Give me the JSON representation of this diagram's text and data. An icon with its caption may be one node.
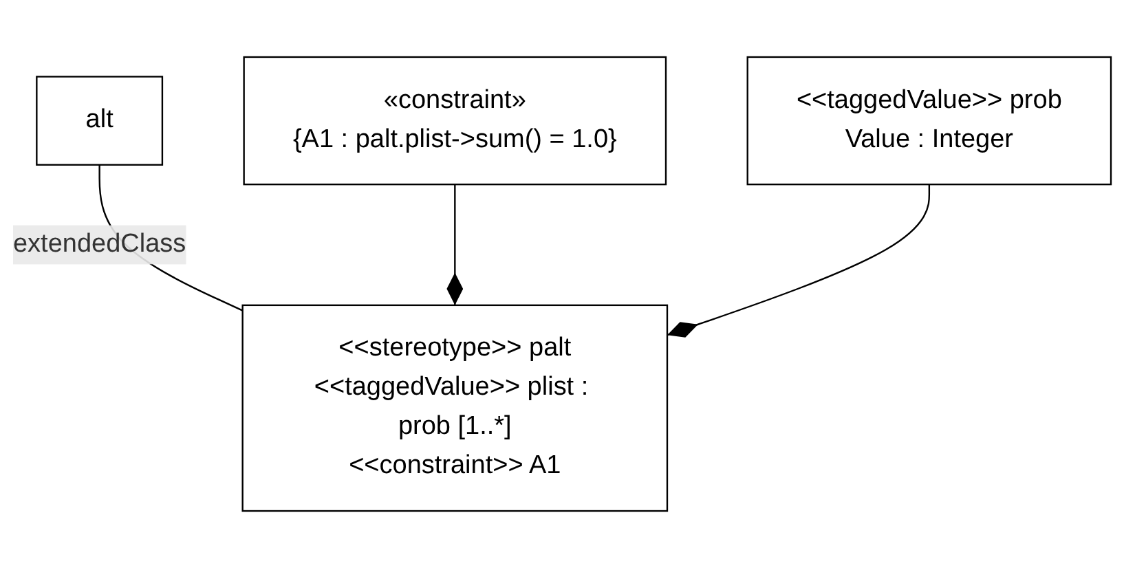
{
  "diagram": {
    "nodes": [
      {
        "text": [
          "alt"
        ]
      },
      {
        "text": [
          "<<stereotype>> palt",
          "<<taggedValue>> plist : prob [1..*]",
          "<<constraint>> A1"
        ]
      },
      {
        "text": [
          "«constraint»",
          "{A1 : palt.plist->sum() = 1.0}"
        ]
      },
      {
        "text": [
          "<<taggedValue>> prob",
          "Value : Integer"
        ]
      }
    ],
    "edges": [
      {
        "from": 0,
        "to": 1,
        "arrow": "none",
        "label": "extendedClass"
      },
      {
        "from": 2,
        "to": 1,
        "arrow": "other"
      },
      {
        "from": 3,
        "to": 1,
        "arrow": "other"
      }
    ]
  }
}
